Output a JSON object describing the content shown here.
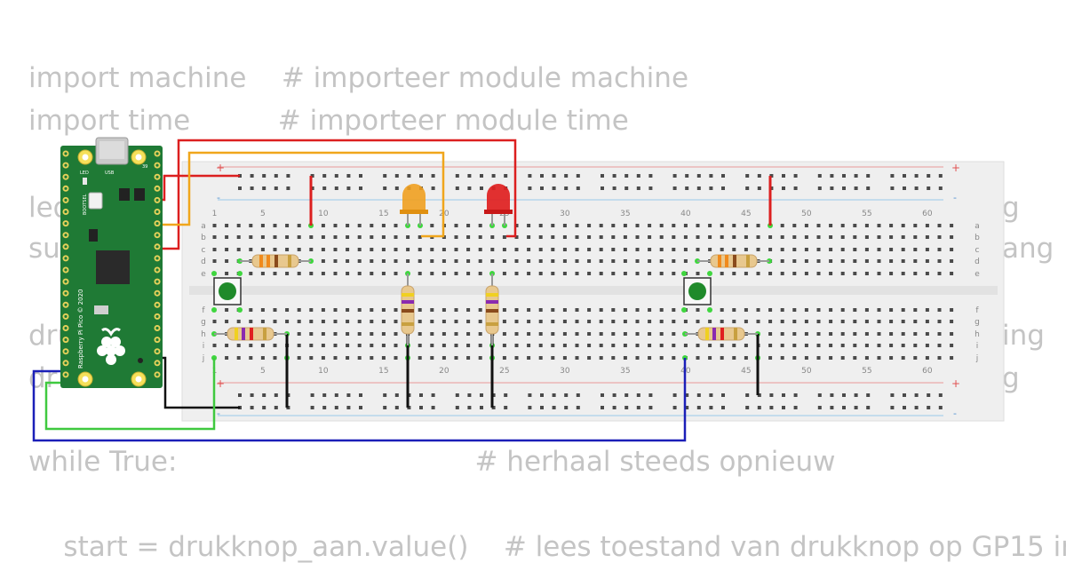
{
  "code": {
    "line1": "import machine    # importeer module machine",
    "line2": "import time          # importeer module time",
    "line3": "led",
    "line3_end": "g",
    "line4": "su",
    "line4_end": "ang",
    "line5": "dru",
    "line5_end": "ing",
    "line6": "dr",
    "line6_end": "g",
    "line7": "while True:                                  # herhaal steeds opnieuw",
    "line8": "    start = drukknop_aan.value()    # lees toestand van drukknop op GP15 in"
  },
  "breadboard": {
    "column_numbers": [
      "1",
      "5",
      "10",
      "15",
      "20",
      "25",
      "30",
      "35",
      "40",
      "45",
      "50",
      "55",
      "60"
    ],
    "row_letters_top": [
      "a",
      "b",
      "c",
      "d",
      "e"
    ],
    "row_letters_bottom": [
      "f",
      "g",
      "h",
      "i",
      "j"
    ],
    "plus": "+",
    "minus": "-"
  },
  "pico": {
    "vertical_label": "Raspberry Pi Pico © 2020",
    "led_label": "LED",
    "usb_label": "USB",
    "bootsel_label": "BOOTSEL",
    "pin_label": "39"
  },
  "wire_colors": {
    "red": "#dc1f1f",
    "orange": "#f0a61c",
    "black": "#111111",
    "green": "#3fc93f",
    "blue": "#1b1fb8"
  },
  "components": {
    "led_orange_color": "#f0a020",
    "led_red_color": "#e02020",
    "button_cap_color": "#1f8a2a",
    "pico_board_color": "#1f7a35"
  }
}
